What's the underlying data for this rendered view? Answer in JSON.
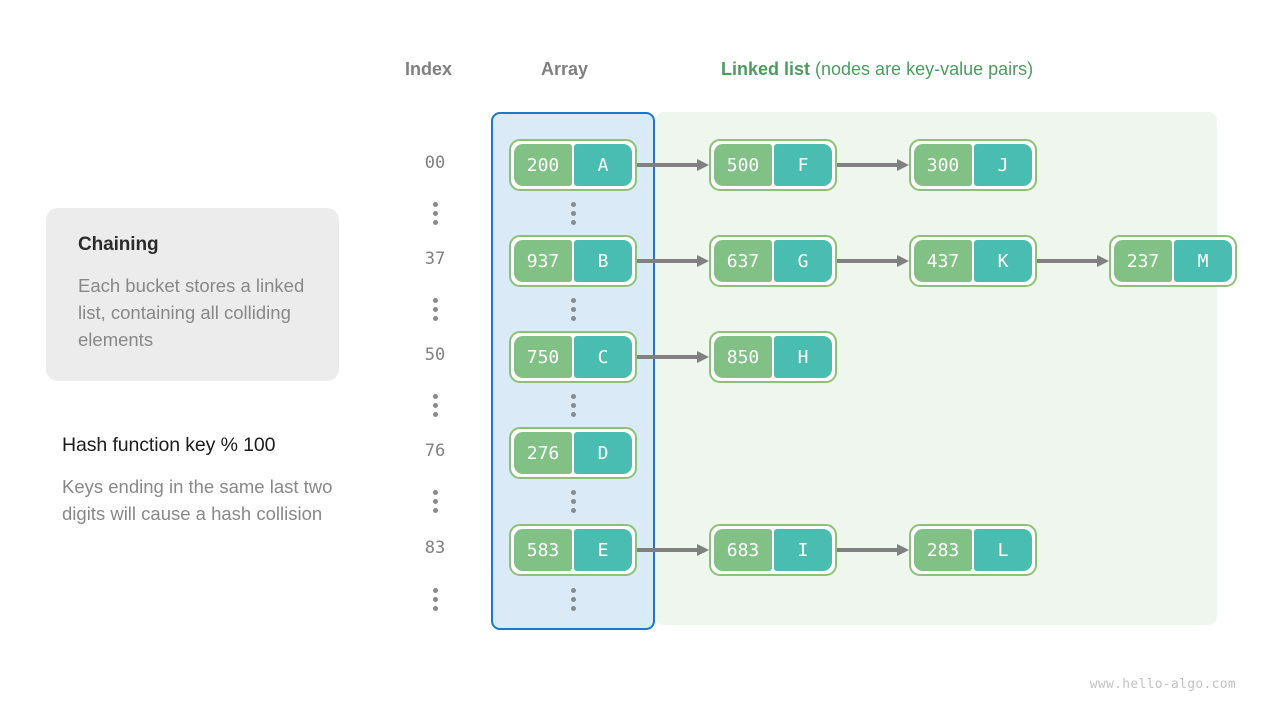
{
  "headers": {
    "index": "Index",
    "array": "Array",
    "linked_list_bold": "Linked list",
    "linked_list_rest": " (nodes are key-value pairs)"
  },
  "left_panel": {
    "card_title": "Chaining",
    "card_body": "Each bucket stores a linked list, containing all colliding elements",
    "hash_title": "Hash function key % 100",
    "hash_body": "Keys ending in the same last two digits will cause a hash collision"
  },
  "colors": {
    "array_region_fill": "#dbeaf7",
    "array_region_border": "#1779cf",
    "linked_region_fill": "#eef6ee",
    "node_border": "#8cc278",
    "node_key_fill": "#81c186",
    "node_value_fill": "#49bdb0",
    "arrow": "#808080",
    "header_gray": "#808080",
    "header_green": "#4a9d5f",
    "card_bg": "#ececec"
  },
  "diagram": {
    "type": "hash-table-chaining",
    "hash_function": "key % 100",
    "rows": [
      {
        "index": "00",
        "nodes": [
          {
            "key": "200",
            "value": "A"
          },
          {
            "key": "500",
            "value": "F"
          },
          {
            "key": "300",
            "value": "J"
          }
        ]
      },
      {
        "index": "37",
        "nodes": [
          {
            "key": "937",
            "value": "B"
          },
          {
            "key": "637",
            "value": "G"
          },
          {
            "key": "437",
            "value": "K"
          },
          {
            "key": "237",
            "value": "M"
          }
        ]
      },
      {
        "index": "50",
        "nodes": [
          {
            "key": "750",
            "value": "C"
          },
          {
            "key": "850",
            "value": "H"
          }
        ]
      },
      {
        "index": "76",
        "nodes": [
          {
            "key": "276",
            "value": "D"
          }
        ]
      },
      {
        "index": "83",
        "nodes": [
          {
            "key": "583",
            "value": "E"
          },
          {
            "key": "683",
            "value": "I"
          },
          {
            "key": "283",
            "value": "L"
          }
        ]
      }
    ]
  },
  "watermark": "www.hello-algo.com"
}
